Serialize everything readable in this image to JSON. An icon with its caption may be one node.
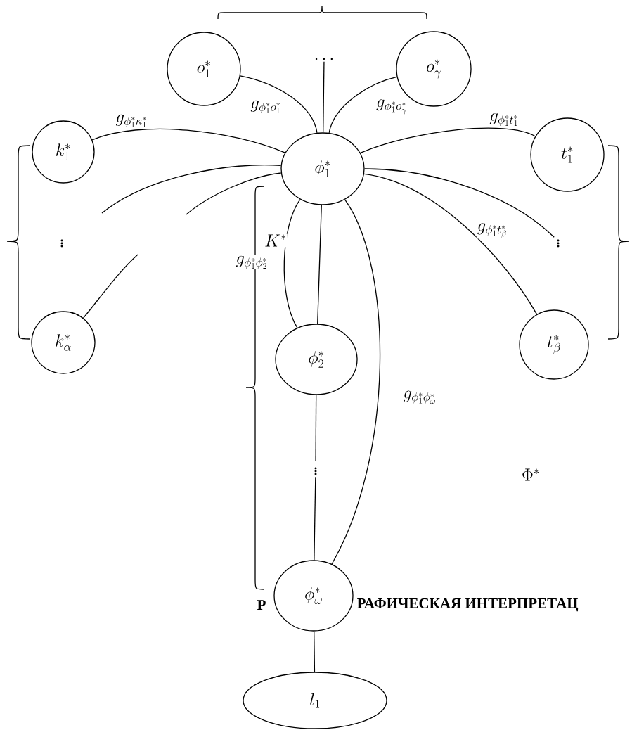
{
  "diagram": {
    "nodes": [
      {
        "text": [
          "o_1^*"
        ]
      },
      {
        "text": [
          "\\ldots"
        ]
      },
      {
        "text": [
          "o_\\gamma^*"
        ]
      },
      {
        "text": [
          "k_1^*"
        ]
      },
      {
        "text": [
          "\\phi_1^*"
        ]
      },
      {
        "text": [
          "t_1^*"
        ]
      },
      {
        "text": [
          "\\vdots"
        ]
      },
      {
        "text": [
          "k_\\alpha^*"
        ]
      },
      {
        "text": [
          "t_\\beta^*"
        ]
      },
      {
        "text": [
          "\\phi_2^*"
        ]
      },
      {
        "text": [
          "\\vdots"
        ]
      },
      {
        "text": [
          "\\phi_\\omega^*"
        ]
      },
      {
        "text": [
          "l_1"
        ]
      }
    ],
    "edges": [
      {
        "from": 4,
        "to": 0,
        "arrow": "none",
        "label": "g_{\\phi_1^* o_1^*}"
      },
      {
        "from": 4,
        "to": 1,
        "arrow": "none"
      },
      {
        "from": 4,
        "to": 2,
        "arrow": "none",
        "label": "g_{\\phi_1^* o_\\gamma^*}"
      },
      {
        "from": 4,
        "to": 3,
        "arrow": "none",
        "label": "g_{\\phi_1^* \\kappa_1^*}"
      },
      {
        "from": 4,
        "to": 5,
        "arrow": "none",
        "label": "g_{\\phi_1^* t_1^*}"
      },
      {
        "from": 4,
        "to": null,
        "arrow": "none"
      },
      {
        "from": 4,
        "to": null,
        "arrow": "none"
      },
      {
        "from": 7,
        "to": null,
        "arrow": "none"
      },
      {
        "from": 4,
        "to": 6,
        "arrow": "none"
      },
      {
        "from": 4,
        "to": 8,
        "arrow": "none",
        "label": "g_{\\phi_1^* t_\\beta^*}"
      },
      {
        "from": 4,
        "to": 9,
        "arrow": "none"
      },
      {
        "from": 4,
        "to": 9,
        "arrow": "none",
        "label": "g_{\\phi_1^* \\phi_2^*}"
      },
      {
        "from": 4,
        "to": 11,
        "arrow": "none",
        "label": "g_{\\phi_1^* \\phi_\\omega^*}"
      },
      {
        "from": 9,
        "to": 10,
        "arrow": "none"
      },
      {
        "from": 10,
        "to": 11,
        "arrow": "none"
      },
      {
        "from": 11,
        "to": 12,
        "arrow": "none"
      }
    ],
    "labels": [
      "K^*",
      "\\vdots",
      "\\Phi^*",
      "Р",
      "РАФИЧЕСКАЯ ИНТЕРПРЕТАЦ"
    ]
  }
}
